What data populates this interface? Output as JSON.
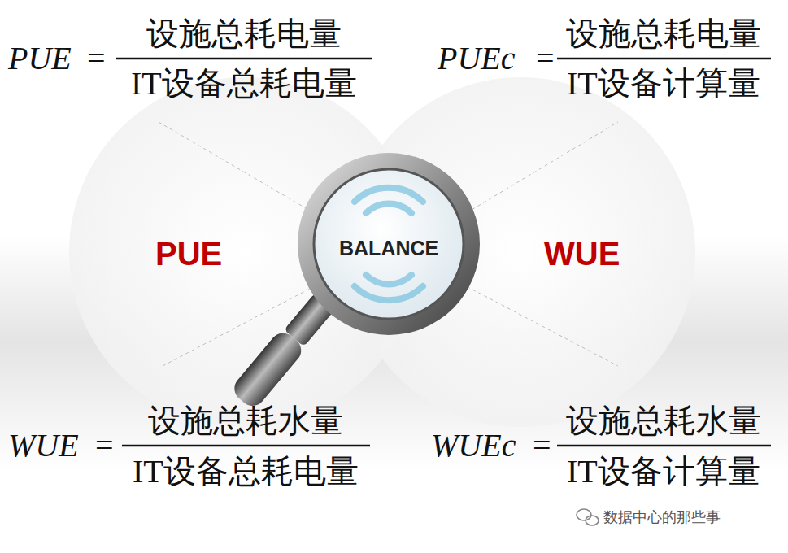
{
  "diagram": {
    "nodes": [
      {
        "text": [
          "PUE"
        ]
      },
      {
        "text": [
          "WUE"
        ]
      },
      {
        "text": [
          "BALANCE"
        ]
      }
    ],
    "labels": [
      "PUE",
      "=",
      "设施总耗电量",
      "IT设备总耗电量",
      "PUEc",
      "=",
      "设施总耗电量",
      "IT设备计算量",
      "WUE",
      "=",
      "设施总耗水量",
      "IT设备总耗电量",
      "WUEc",
      "=",
      "设施总耗水量",
      "IT设备计算量",
      "数据中心的那些事"
    ]
  }
}
